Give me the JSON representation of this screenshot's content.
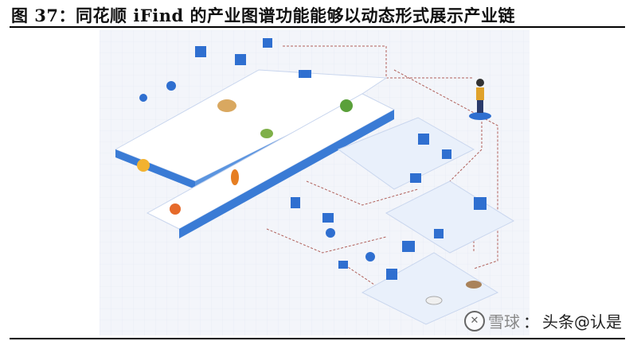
{
  "document": {
    "figure_title": "图 37：同花顺 iFind 的产业图谱功能能够以动态形式展示产业链",
    "figure_description_type": "isometric industry-chain map illustration"
  },
  "watermark": {
    "brand": "雪球",
    "separator": "：",
    "account": "头条@认是",
    "icon": "xueqiu-logo-icon"
  },
  "colors": {
    "platform_top": "#ffffff",
    "platform_side": "#3a7bd5",
    "node_blue": "#2f6fd0",
    "connector": "#b0605a",
    "background": "#f3f5fa"
  }
}
